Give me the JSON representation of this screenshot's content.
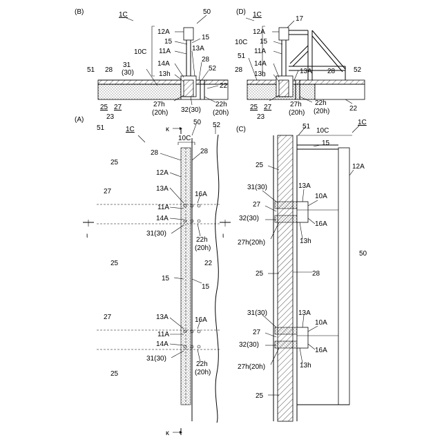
{
  "panels": {
    "B": {
      "label": "(B)",
      "labels": [
        "1C",
        "50",
        "12A",
        "15",
        "15",
        "13A",
        "10C",
        "11A",
        "31",
        "(30)",
        "51",
        "28",
        "14A",
        "28",
        "52",
        "13h",
        "22",
        "25",
        "27",
        "23",
        "27h",
        "(20h)",
        "32(30)",
        "22h",
        "(20h)"
      ]
    },
    "D": {
      "label": "(D)",
      "labels": [
        "1C",
        "17",
        "12A",
        "15",
        "10C",
        "11A",
        "51",
        "14A",
        "28",
        "13h",
        "13A",
        "28",
        "52",
        "25",
        "27",
        "23",
        "27h",
        "(20h)",
        "22h",
        "(20h)",
        "22"
      ]
    },
    "A": {
      "label": "(A)",
      "labels": [
        "κ",
        "50",
        "52",
        "51",
        "1C",
        "10C",
        "28",
        "28",
        "25",
        "12A",
        "13A",
        "16A",
        "27",
        "11A",
        "14A",
        "ι",
        "ι",
        "31(30)",
        "22h",
        "(20h)",
        "25",
        "22",
        "15",
        "15",
        "13A",
        "16A",
        "27",
        "11A",
        "14A",
        "31(30)",
        "22h",
        "(20h)",
        "25",
        "κ"
      ]
    },
    "C": {
      "label": "(C)",
      "labels": [
        "51",
        "10C",
        "1C",
        "15",
        "25",
        "12A",
        "31(30)",
        "13A",
        "10A",
        "27",
        "32(30)",
        "16A",
        "27h(20h)",
        "13h",
        "50",
        "25",
        "28",
        "31(30)",
        "13A",
        "10A",
        "27",
        "32(30)",
        "16A",
        "27h(20h)",
        "13h",
        "25"
      ]
    }
  }
}
